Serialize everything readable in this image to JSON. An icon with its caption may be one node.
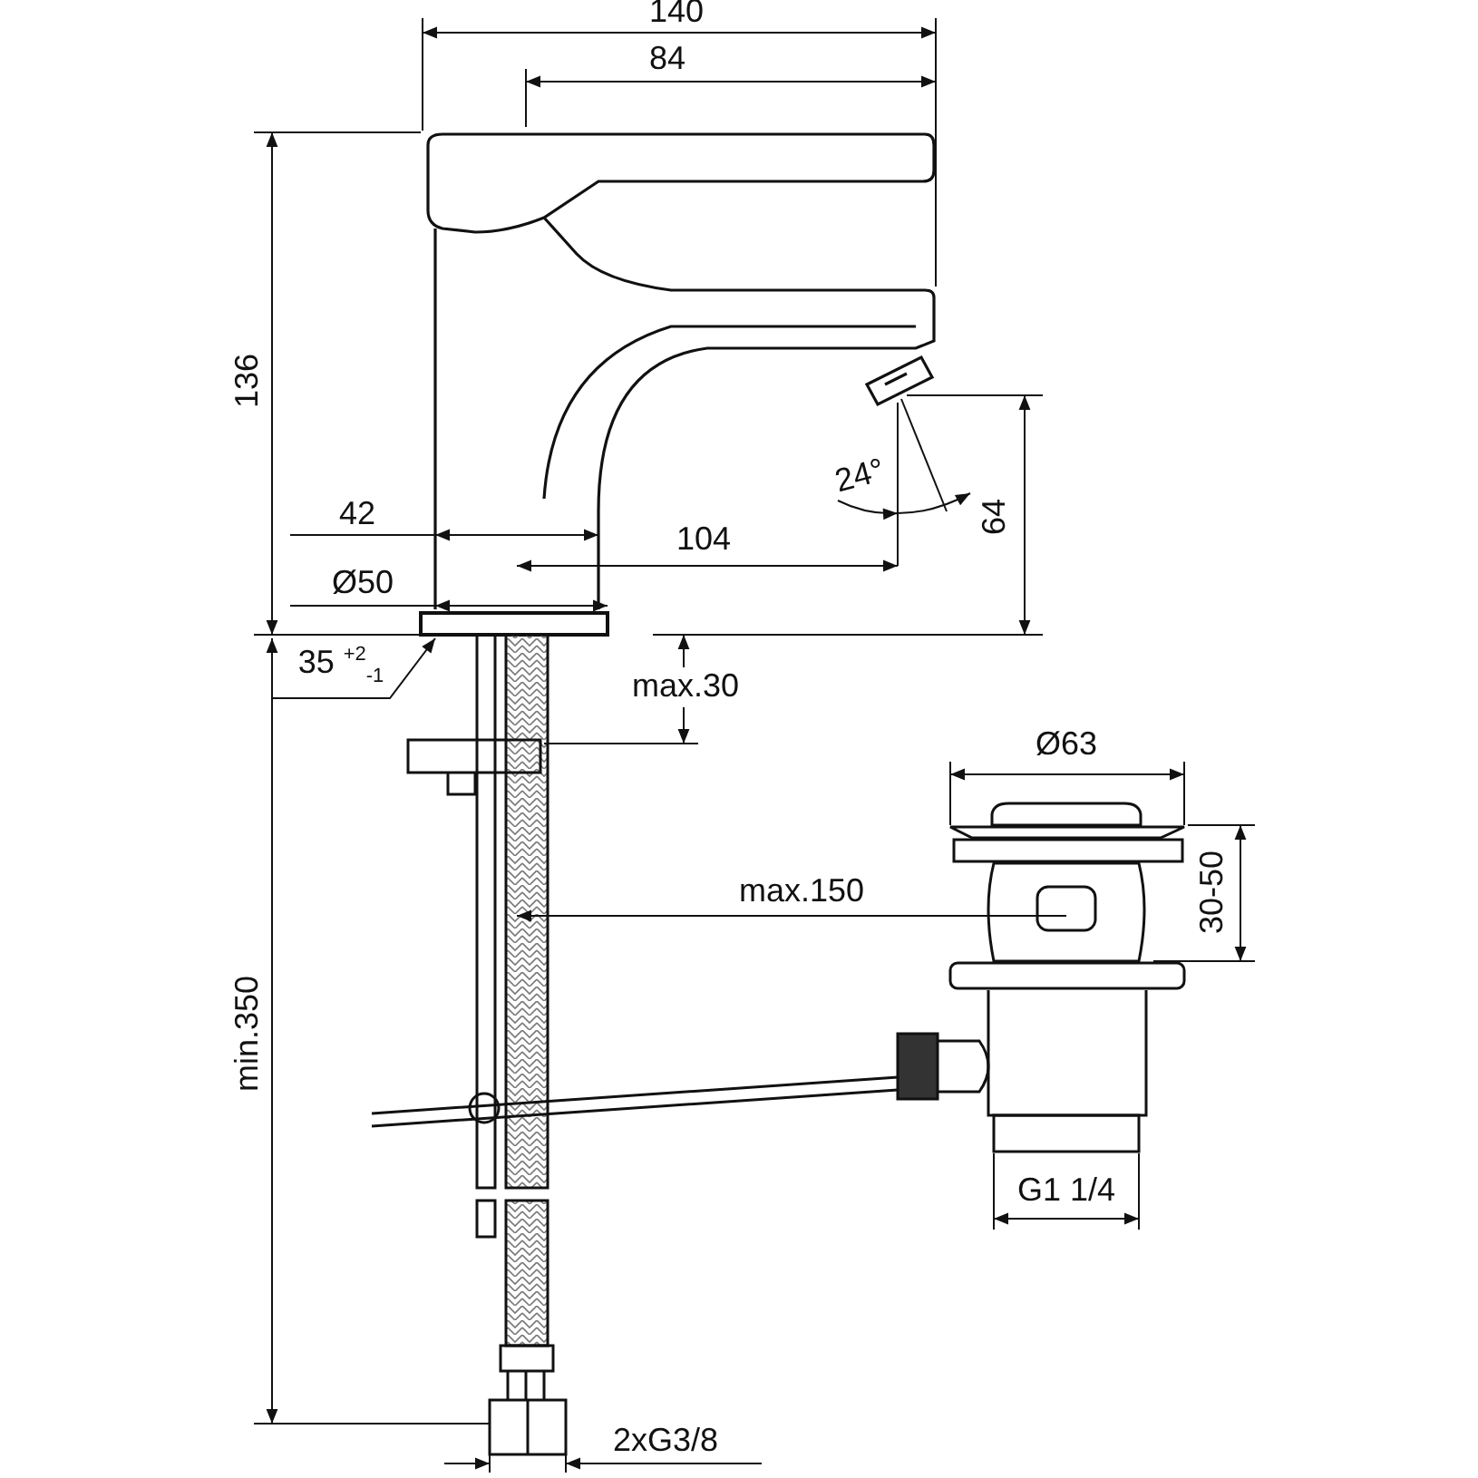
{
  "diagram": {
    "labels": [
      "140",
      "84",
      "136",
      "24°",
      "64",
      "42",
      "104",
      "Ø50",
      "35 $^{+2}$$_{-1}$",
      "max.30",
      "Ø63",
      "30-50",
      "max.150",
      "min.350",
      "G1 1/4",
      "2xG3/8"
    ]
  }
}
